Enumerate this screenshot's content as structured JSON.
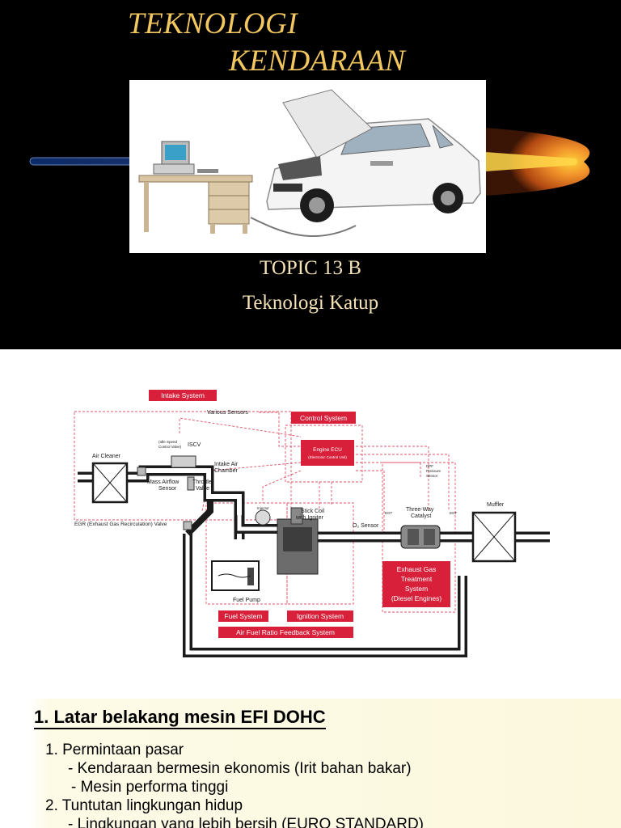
{
  "slide1": {
    "title_line1": "TEKNOLOGI",
    "title_line2": "KENDARAAN",
    "topic_number": "TOPIC 13 B",
    "topic_title": "Teknologi Katup",
    "colors": {
      "background": "#000000",
      "title": "#f2c760",
      "topic": "#f4e2b6",
      "comet": "#e87c1e"
    }
  },
  "slide2": {
    "labels": {
      "intake_system": "Intake System",
      "various_sensors": "Various Sensors",
      "control_system": "Control System",
      "engine_ecu_l1": "Engine ECU",
      "engine_ecu_l2": "(Electronic Control Unit)",
      "air_cleaner": "Air Cleaner",
      "idle_speed_l1": "(Idle Speed",
      "idle_speed_l2": "Control Valve)",
      "iscv": "ISCV",
      "intake_air_l1": "Intake Air",
      "intake_air_l2": "Chamber",
      "mass_airflow_l1": "Mass Airflow",
      "mass_airflow_l2": "Sensor",
      "throttle_l1": "Throttle",
      "throttle_l2": "Valve",
      "egr": "EGR (Exhaust Gas Recirculation) Valve",
      "injector": "Injector",
      "stick_coil_l1": "Stick Coil",
      "stick_coil_l2": "with Igniter",
      "o2_sensor": "O₂ Sensor",
      "dpf_l1": "DPF",
      "dpf_l2": "Pressure",
      "dpf_l3": "Sensor",
      "three_way_l1": "Three-Way",
      "three_way_l2": "Catalyst",
      "egt_left": "EGT",
      "egt_right": "EGT",
      "muffler": "Muffler",
      "fuel_pump": "Fuel Pump",
      "exhaust_l1": "Exhaust Gas",
      "exhaust_l2": "Treatment",
      "exhaust_l3": "System",
      "exhaust_l4": "(Diesel Engines)",
      "fuel_system": "Fuel System",
      "ignition_system": "Ignition System",
      "afr_feedback": "Air Fuel Ratio Feedback System"
    },
    "colors": {
      "accent": "#d8203a",
      "pipe": "#1b1b1b"
    }
  },
  "slide3": {
    "heading": "1.  Latar belakang mesin EFI DOHC",
    "lines": [
      "1. Permintaan pasar",
      "-  Kendaraan bermesin ekonomis (Irit bahan bakar)",
      "-  Mesin performa tinggi",
      "2.  Tuntutan lingkungan hidup",
      "- Lingkungan yang lebih bersih (EURO STANDARD)"
    ]
  }
}
